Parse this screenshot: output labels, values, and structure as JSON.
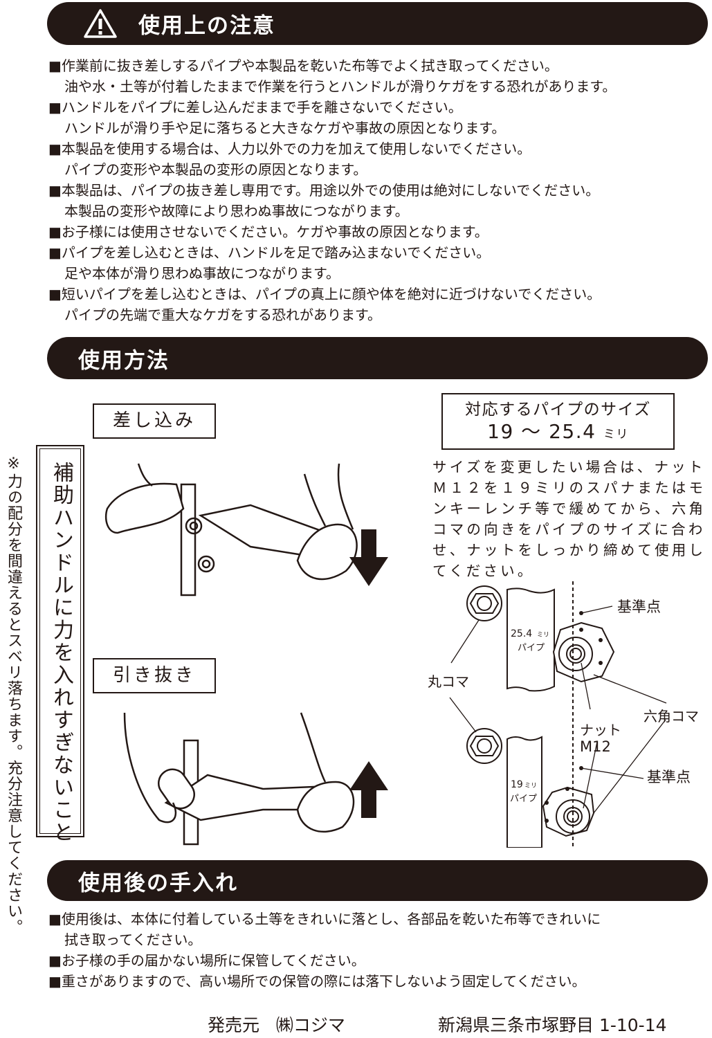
{
  "sections": {
    "caution": {
      "title": "使用上の注意",
      "icon": "warning-triangle-icon",
      "items": [
        [
          "作業前に抜き差しするパイプや本製品を乾いた布等でよく拭き取ってください。",
          "油や水・土等が付着したままで作業を行うとハンドルが滑りケガをする恐れがあります。"
        ],
        [
          "ハンドルをパイプに差し込んだままで手を離さないでください。",
          "ハンドルが滑り手や足に落ちると大きなケガや事故の原因となります。"
        ],
        [
          "本製品を使用する場合は、人力以外での力を加えて使用しないでください。",
          "パイプの変形や本製品の変形の原因となります。"
        ],
        [
          "本製品は、パイプの抜き差し専用です。用途以外での使用は絶対にしないでください。",
          "本製品の変形や故障により思わぬ事故につながります。"
        ],
        [
          "お子様には使用させないでください。ケガや事故の原因となります。"
        ],
        [
          "パイプを差し込むときは、ハンドルを足で踏み込まないでください。",
          "足や本体が滑り思わぬ事故につながります。"
        ],
        [
          "短いパイプを差し込むときは、パイプの真上に顔や体を絶対に近づけないでください。",
          "パイプの先端で重大なケガをする恐れがあります。"
        ]
      ]
    },
    "usage": {
      "title": "使用方法",
      "insert_label": "差し込み",
      "pull_label": "引き抜き",
      "side_note": "※力の配分を間違えるとスベリ落ちます。充分注意してください。",
      "boxed_note": "補助ハンドルに力を入れすぎないこと",
      "size_box": {
        "line1": "対応するパイプのサイズ",
        "range": "19 ～ 25.4",
        "unit": "ミリ"
      },
      "instructions": [
        "サイズを変更したい場合は、ナット",
        "Ｍ１２を１９ミリのスパナまたはモ",
        "ンキーレンチ等で緩めてから、六角",
        "コマの向きをパイプのサイズに合わ",
        "せ、ナットをしっかり締めて使用し",
        "てください。"
      ],
      "diagram": {
        "ref_point": "基準点",
        "round_piece": "丸コマ",
        "hex_piece": "六角コマ",
        "nut": "ナット",
        "nut_size": "M12",
        "pipe_25": "25.4",
        "pipe_19": "19",
        "mm": "ミリ",
        "pipe": "パイプ"
      }
    },
    "care": {
      "title": "使用後の手入れ",
      "items": [
        [
          "使用後は、本体に付着している土等をきれいに落とし、各部品を乾いた布等できれいに",
          "拭き取ってください。"
        ],
        [
          "お子様の手の届かない場所に保管してください。"
        ],
        [
          "重さがありますので、高い場所での保管の際には落下しないよう固定してください。"
        ]
      ]
    }
  },
  "footer": {
    "seller_label": "発売元",
    "company": "㈱コジマ",
    "address": "新潟県三条市塚野目 1-10-14"
  },
  "colors": {
    "ink": "#231815",
    "bg": "#ffffff"
  }
}
